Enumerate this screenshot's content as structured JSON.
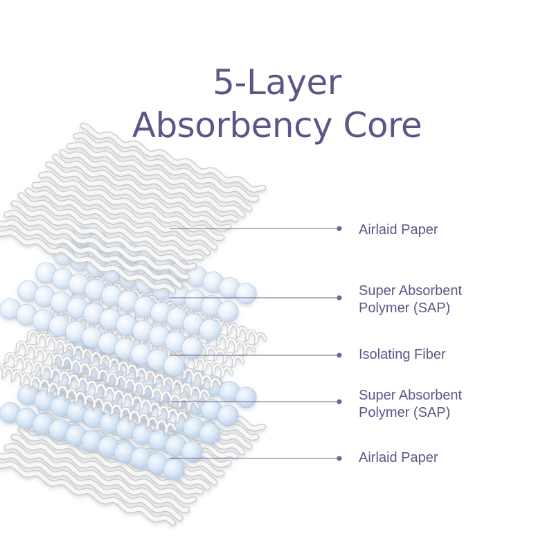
{
  "title": {
    "line1": "5-Layer",
    "line2": "Absorbency Core"
  },
  "colors": {
    "text": "#5b5688",
    "leader": "#6a6690",
    "sap_bead": "#dce9f6",
    "paper": "#f4f4f4"
  },
  "layers": [
    {
      "kind": "paper",
      "line1": "Airlaid Paper",
      "line2": ""
    },
    {
      "kind": "sap",
      "line1": "Super Absorbent",
      "line2": "Polymer (SAP)"
    },
    {
      "kind": "fiber",
      "line1": "Isolating Fiber",
      "line2": ""
    },
    {
      "kind": "sap",
      "line1": "Super Absorbent",
      "line2": "Polymer (SAP)"
    },
    {
      "kind": "paper",
      "line1": "Airlaid Paper",
      "line2": ""
    }
  ]
}
